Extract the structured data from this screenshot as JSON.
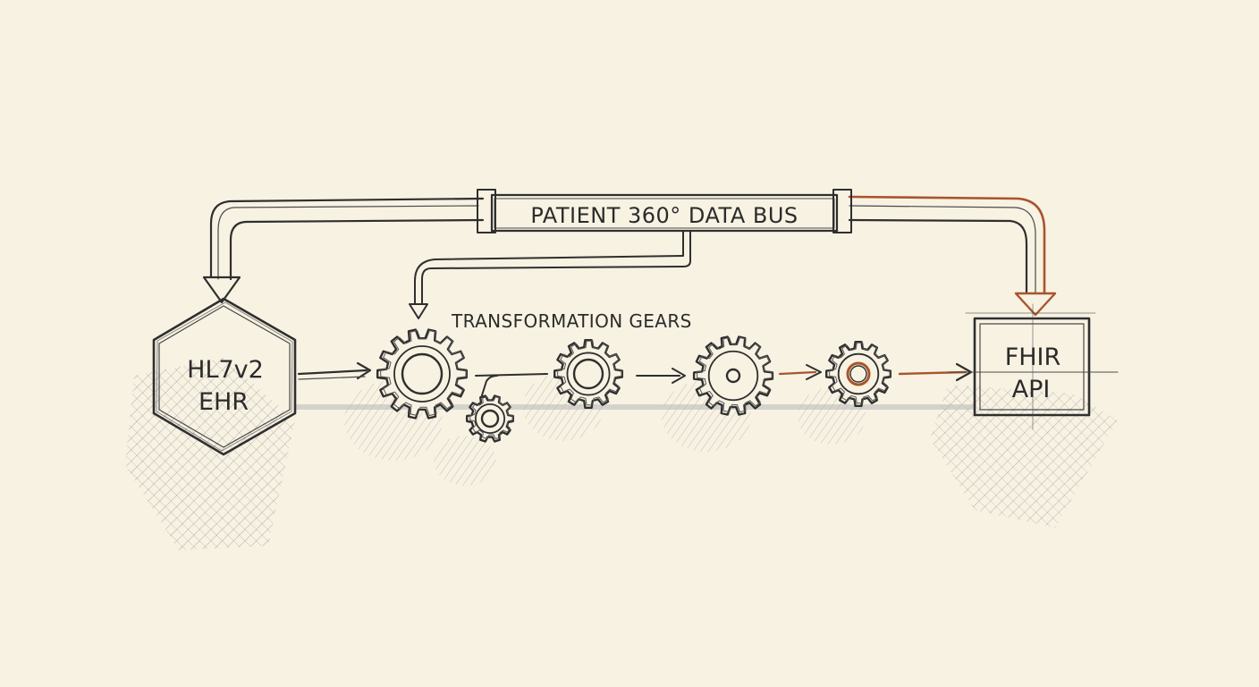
{
  "diagram": {
    "nodes": {
      "source": {
        "line1": "HL7v2",
        "line2": "EHR"
      },
      "bus": {
        "label": "PATIENT 360° DATA BUS"
      },
      "gears": {
        "label": "TRANSFORMATION GEARS"
      },
      "target": {
        "line1": "FHIR",
        "line2": "API"
      }
    },
    "colors": {
      "paper": "#f8f2e3",
      "ink": "#2f2f2f",
      "shade": "#9a9a9a",
      "accent": "#a8552b"
    }
  }
}
